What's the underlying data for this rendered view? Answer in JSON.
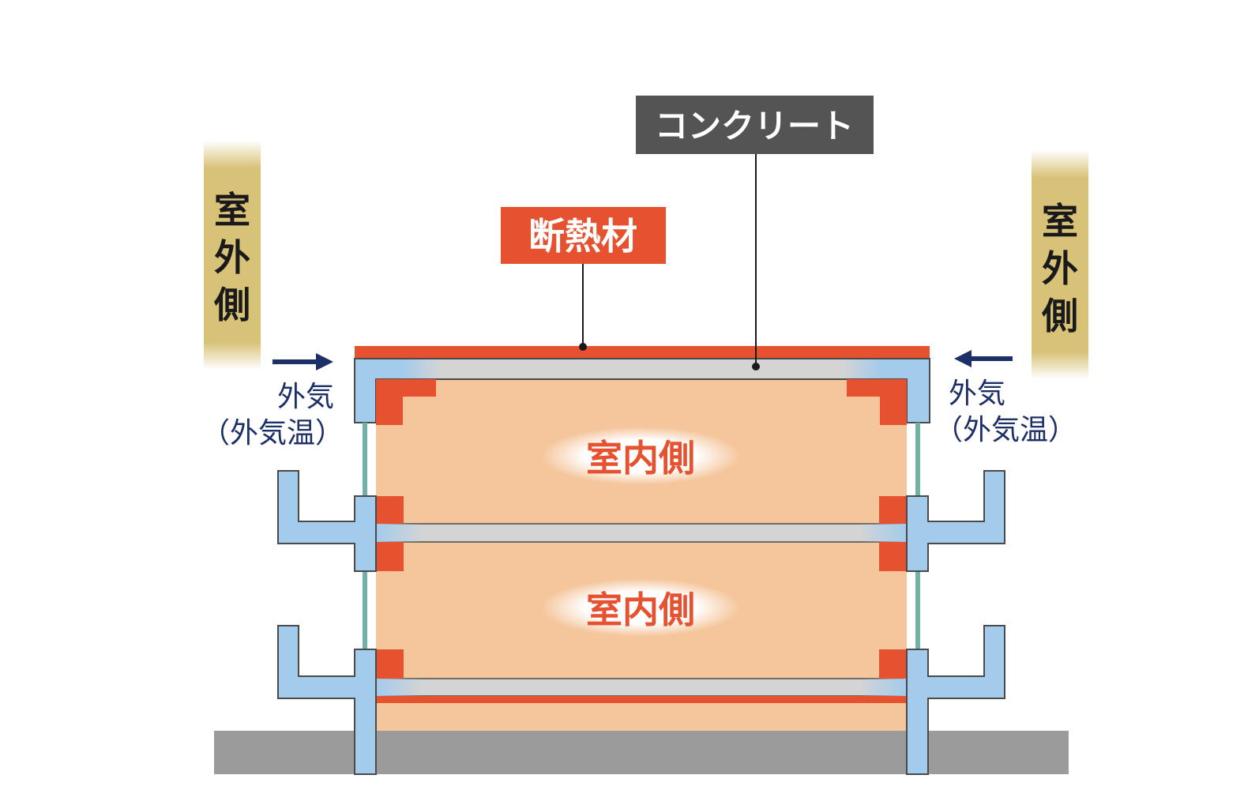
{
  "labels": {
    "concrete": "コンクリート",
    "insulation": "断熱材",
    "outside_left": "室外側",
    "outside_right": "室外側",
    "outside_air_left": "外気",
    "outside_air_temp_left": "（外気温）",
    "outside_air_right": "外気",
    "outside_air_temp_right": "（外気温）",
    "indoor_upper": "室内側",
    "indoor_lower": "室内側"
  },
  "colors": {
    "concrete_label_bg": "#545454",
    "insulation_label_bg": "#e6512f",
    "insulation": "#e6512f",
    "concrete": "#d4d4d4",
    "thermal_bridge": "#a3cbec",
    "interior": "#f5c59b",
    "ground": "#9b9b9b",
    "outside_band": "#d8c277",
    "arrow": "#1c2f66",
    "glass": "#6fb2a8"
  }
}
